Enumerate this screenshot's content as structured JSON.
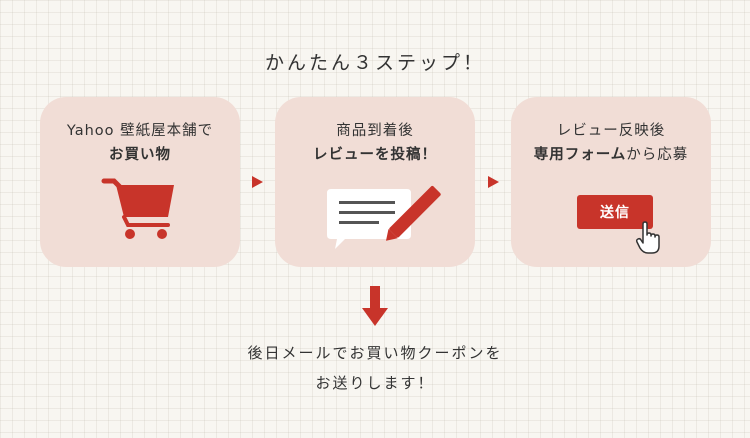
{
  "title": "かんたん３ステップ！",
  "steps": [
    {
      "line1": "Yahoo 壁紙屋本舗で",
      "line2": "お買い物",
      "icon": "shopping-cart-icon"
    },
    {
      "line1": "商品到着後",
      "line2": "レビューを投稿！",
      "icon": "write-review-icon"
    },
    {
      "line1": "レビュー反映後",
      "line2_bold": "専用フォーム",
      "line2_normal": "から応募",
      "button": "送信",
      "icon": "pointer-hand-icon"
    }
  ],
  "result": {
    "line1": "後日メールでお買い物クーポンを",
    "line2": "お送りします！"
  },
  "colors": {
    "accent": "#c8342a",
    "card": "#f1ddd6",
    "background": "#f8f6f1"
  }
}
